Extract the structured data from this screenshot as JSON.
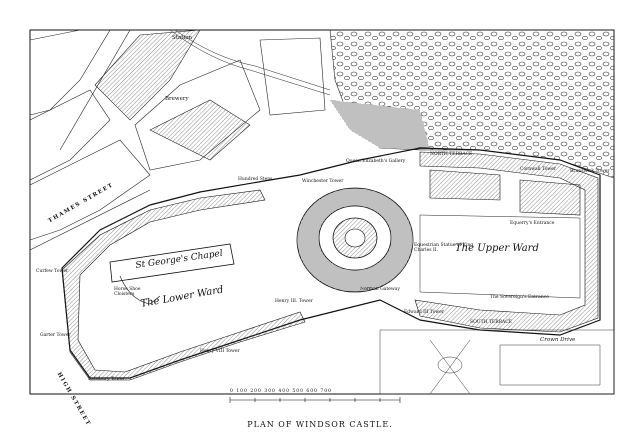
{
  "caption": "PLAN OF WINDSOR CASTLE.",
  "labels": {
    "station": "Station",
    "brewery": "Brewery",
    "thames_street": "THAMES STREET",
    "high_street": "HIGH STREET",
    "north_terrace": "NORTH TERRACE",
    "south_terrace": "SOUTH TERRACE",
    "st_georges_chapel": "St George's Chapel",
    "lower_ward": "The Lower Ward",
    "upper_ward": "The Upper Ward",
    "horse_shoe_cloisters": "Horse Shoe Cloisters",
    "henry_iii_tower": "Henry III. Tower",
    "edward_iii_tower": "Edward III Tower",
    "curfew_tower": "Curfew Tower",
    "salisbury_tower": "Salisbury Tower",
    "garter_tower": "Garter Tower",
    "winchester_tower": "Winchester Tower",
    "queen_elizabeths_gallery": "Queen Elizabeth's Gallery",
    "equestrian_statue": "Equestrian Statue of King Charles II.",
    "cornwall_tower": "Cornwall Tower",
    "brunswick_tower": "Brunswick Tower",
    "equerrys_entrance": "Equerry's Entrance",
    "sovereigns_entrance": "The Sovereign's Entrance",
    "crown_drive": "Crown Drive",
    "hundred_steps": "Hundred Steps",
    "henry_viii_tower": "Henry VIII Tower",
    "norman_gateway": "Norman Gateway"
  },
  "scale_bar": {
    "label": "0  100  200  300  400  500  600  700"
  }
}
